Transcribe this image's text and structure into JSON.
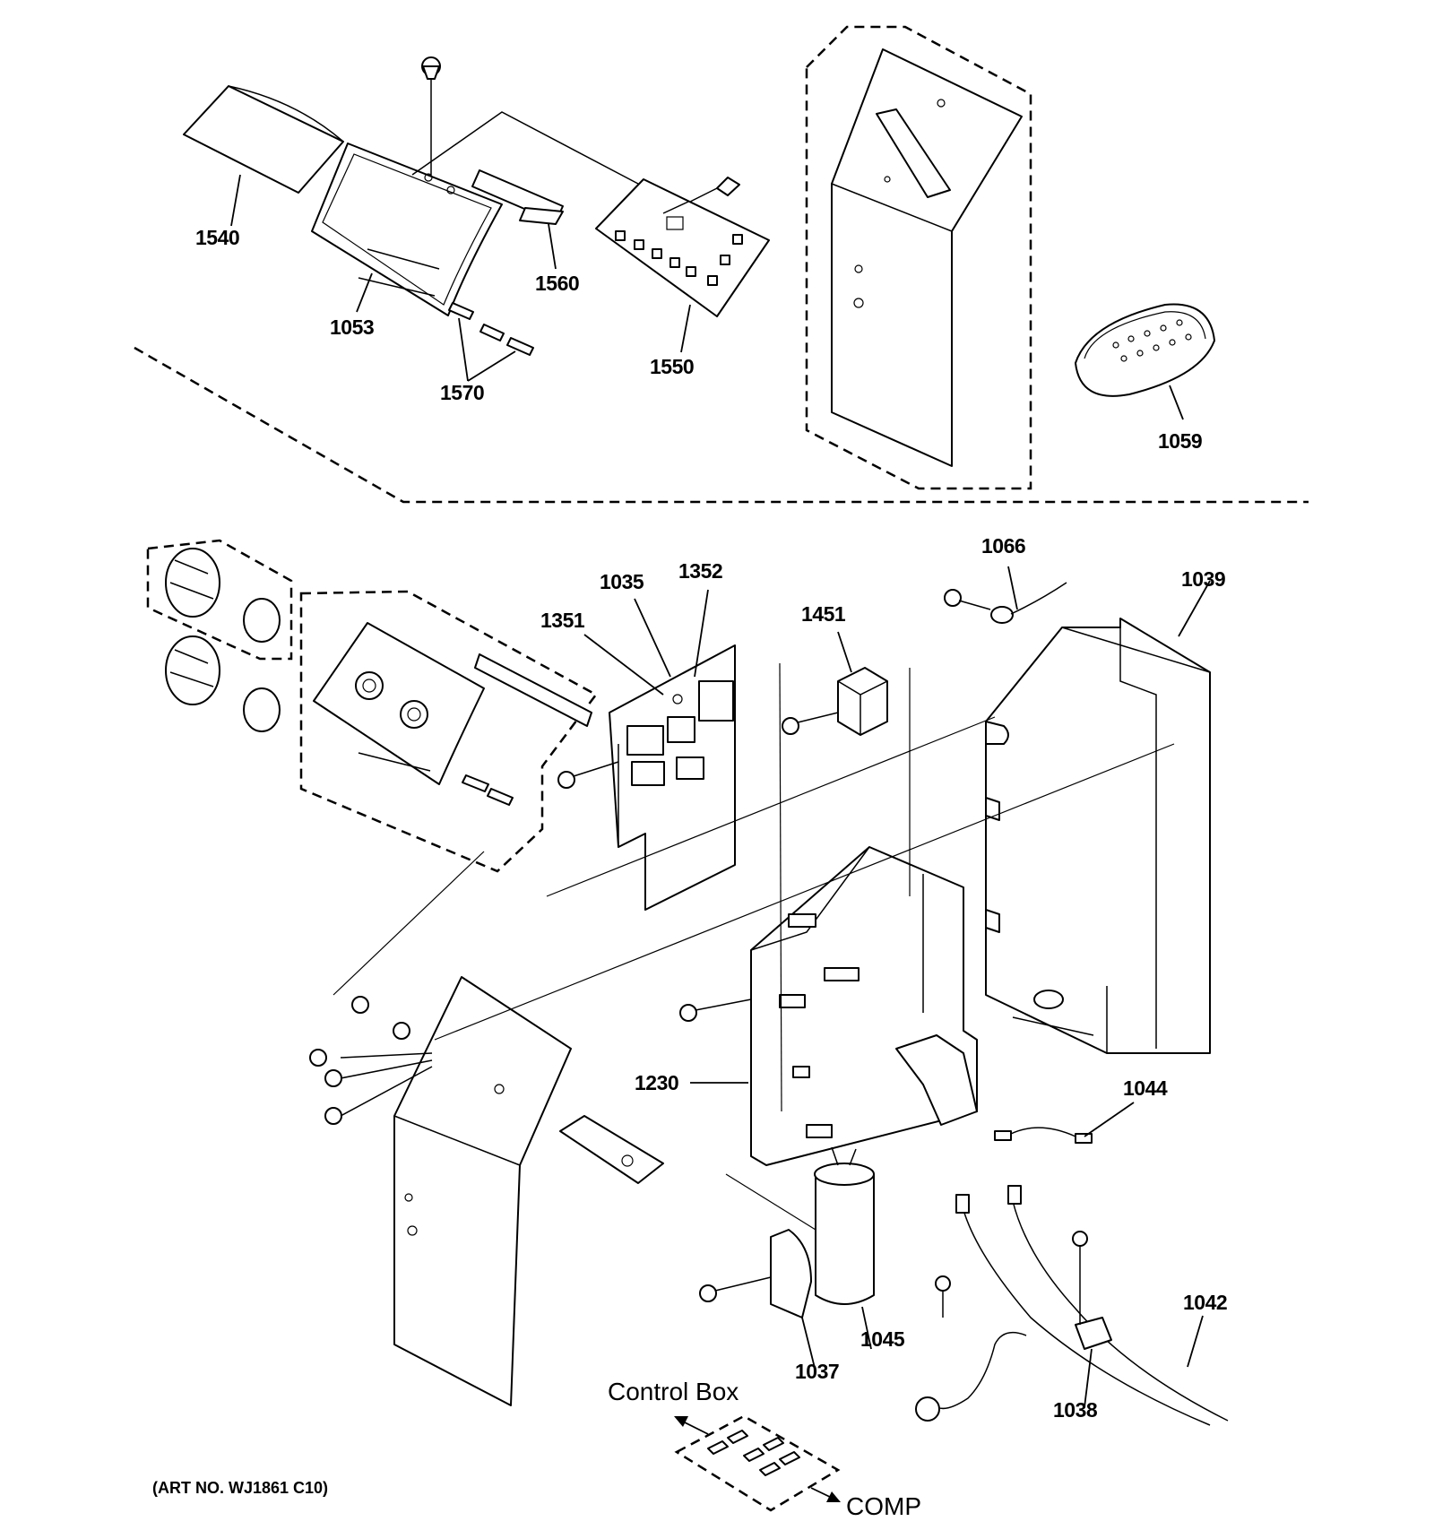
{
  "diagram": {
    "art_number": "(ART NO. WJ1861 C10)",
    "callouts": {
      "c1540": "1540",
      "c1053": "1053",
      "c1560": "1560",
      "c1570": "1570",
      "c1550": "1550",
      "c1059": "1059",
      "c1066": "1066",
      "c1039": "1039",
      "c1035": "1035",
      "c1352": "1352",
      "c1351": "1351",
      "c1451": "1451",
      "c1230": "1230",
      "c1044": "1044",
      "c1045": "1045",
      "c1037": "1037",
      "c1042": "1042",
      "c1038": "1038"
    },
    "control_box_label": "Control Box",
    "comp_label": "COMP"
  }
}
